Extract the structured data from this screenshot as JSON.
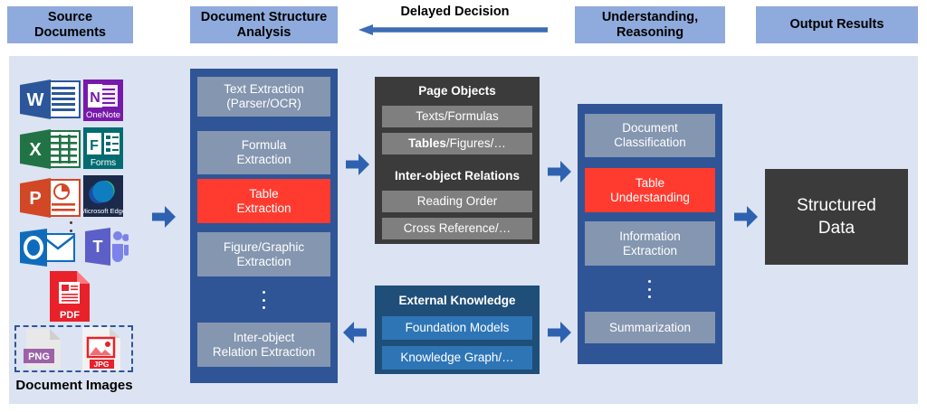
{
  "header": {
    "boxes": [
      {
        "id": "source",
        "label": "Source\nDocuments"
      },
      {
        "id": "dsa",
        "label": "Document Structure\nAnalysis"
      },
      {
        "id": "understanding",
        "label": "Understanding,\nReasoning"
      },
      {
        "id": "output",
        "label": "Output Results"
      }
    ],
    "delayed_decision": "Delayed Decision"
  },
  "source_documents": {
    "caption": "Document Images",
    "icons": [
      {
        "name": "word-icon",
        "label": "W"
      },
      {
        "name": "onenote-icon",
        "label": "N",
        "caption": "OneNote"
      },
      {
        "name": "excel-icon",
        "label": "X"
      },
      {
        "name": "forms-icon",
        "label": "F",
        "caption": "Forms"
      },
      {
        "name": "powerpoint-icon",
        "label": "P"
      },
      {
        "name": "edge-icon",
        "label": "",
        "caption": "Microsoft Edge"
      },
      {
        "name": "outlook-icon",
        "label": "O"
      },
      {
        "name": "teams-icon",
        "label": "T"
      },
      {
        "name": "pdf-icon",
        "label": "PDF"
      },
      {
        "name": "png-icon",
        "label": "PNG"
      },
      {
        "name": "jpg-icon",
        "label": "JPG"
      }
    ]
  },
  "document_structure_analysis": {
    "items": [
      {
        "label": "Text Extraction\n(Parser/OCR)",
        "style": "gray"
      },
      {
        "label": "Formula\nExtraction",
        "style": "gray"
      },
      {
        "label": "Table\nExtraction",
        "style": "red"
      },
      {
        "label": "Figure/Graphic\nExtraction",
        "style": "gray"
      },
      {
        "label": "Inter-object\nRelation Extraction",
        "style": "gray"
      }
    ]
  },
  "page_objects": {
    "title": "Page Objects",
    "items": [
      {
        "label": "Texts/Formulas",
        "bold_prefix": ""
      },
      {
        "label": "Tables/Figures/…",
        "bold_prefix": "Tables"
      }
    ],
    "relations_title": "Inter-object  Relations",
    "relations": [
      {
        "label": "Reading Order"
      },
      {
        "label": "Cross Reference/…"
      }
    ]
  },
  "external_knowledge": {
    "title": "External Knowledge",
    "items": [
      {
        "label": "Foundation Models"
      },
      {
        "label": "Knowledge Graph/…"
      }
    ]
  },
  "understanding_reasoning": {
    "items": [
      {
        "label": "Document\nClassification",
        "style": "gray"
      },
      {
        "label": "Table\nUnderstanding",
        "style": "red"
      },
      {
        "label": "Information\nExtraction",
        "style": "gray"
      },
      {
        "label": "Summarization",
        "style": "gray"
      }
    ]
  },
  "output": {
    "label": "Structured\nData"
  },
  "colors": {
    "header_blue": "#8faadc",
    "panel_bg": "#dce3f2",
    "group_blue": "#2f5597",
    "chip_gray": "#8496b0",
    "chip_red": "#ff3b30",
    "chip_blue": "#2e75b6",
    "black_box": "#3b3b3b",
    "arrow_blue": "#2e62b0",
    "ext_box": "#1f4e79"
  }
}
